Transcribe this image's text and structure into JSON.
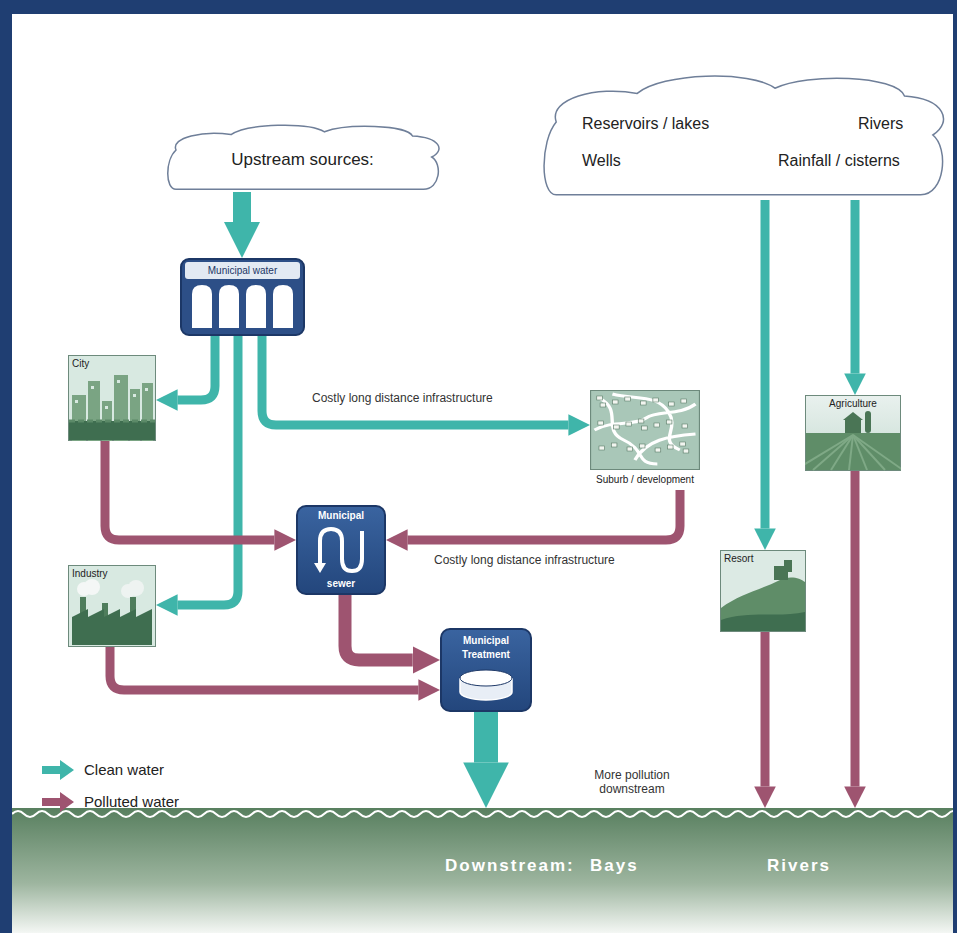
{
  "diagram": {
    "nodes": [
      {
        "text": [
          "Upstream sources:"
        ]
      },
      {
        "text": [
          "Reservoirs / lakes",
          "Rivers",
          "Wells",
          "Rainfall / cisterns"
        ]
      },
      {
        "text": [
          "Municipal water"
        ]
      },
      {
        "text": [
          "City"
        ]
      },
      {
        "text": [
          "Suburb / development"
        ]
      },
      {
        "text": [
          "Agriculture"
        ]
      },
      {
        "text": [
          "Municipal",
          "sewer"
        ]
      },
      {
        "text": [
          "Industry"
        ]
      },
      {
        "text": [
          "Resort"
        ]
      },
      {
        "text": [
          "Municipal",
          "Treatment"
        ]
      },
      {
        "text": [
          "Downstream:",
          "Bays",
          "Rivers"
        ]
      }
    ],
    "edges": [
      {
        "from": 0,
        "to": 2,
        "arrow": "to"
      },
      {
        "from": 2,
        "to": 3,
        "arrow": "to"
      },
      {
        "from": 2,
        "to": 4,
        "arrow": "to",
        "label": "Costly long distance infrastructure"
      },
      {
        "from": 2,
        "to": 7,
        "arrow": "to"
      },
      {
        "from": 3,
        "to": 6,
        "arrow": "to"
      },
      {
        "from": 4,
        "to": 6,
        "arrow": "to",
        "label": "Costly long distance infrastructure"
      },
      {
        "from": 6,
        "to": 9,
        "arrow": "to"
      },
      {
        "from": 7,
        "to": 9,
        "arrow": "to"
      },
      {
        "from": 9,
        "to": 10,
        "arrow": "to"
      },
      {
        "from": 1,
        "to": 8,
        "arrow": "to"
      },
      {
        "from": 1,
        "to": 5,
        "arrow": "to"
      },
      {
        "from": 8,
        "to": 10,
        "arrow": "to"
      },
      {
        "from": 5,
        "to": 10,
        "arrow": "to"
      }
    ],
    "labels": [
      "More pollution downstream"
    ],
    "legend": [
      {
        "text": "Clean water",
        "color": "#3fb5aa"
      },
      {
        "text": "Polluted water",
        "color": "#9e5470"
      }
    ]
  }
}
